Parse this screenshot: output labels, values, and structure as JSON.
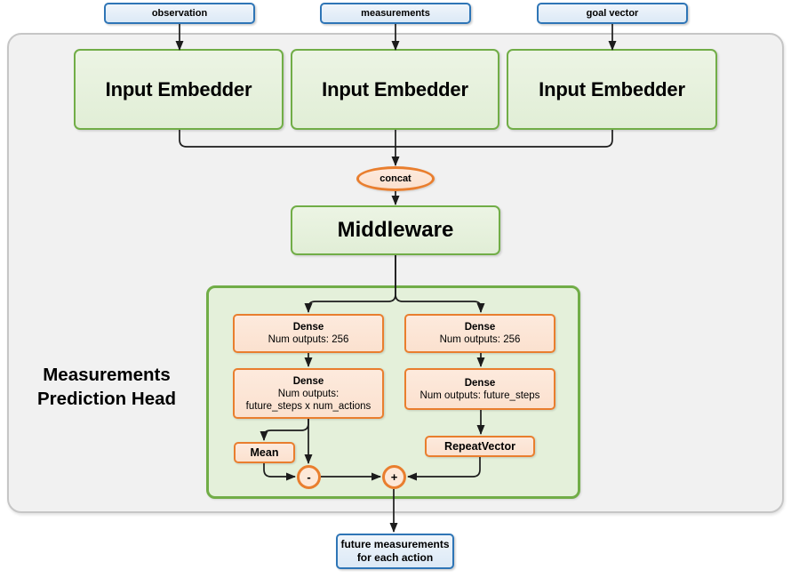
{
  "nodes": {
    "inputs": [
      {
        "label": "observation"
      },
      {
        "label": "measurements"
      },
      {
        "label": "goal vector"
      }
    ],
    "embedders": [
      {
        "label": "Input Embedder"
      },
      {
        "label": "Input Embedder"
      },
      {
        "label": "Input Embedder"
      }
    ],
    "concat": {
      "label": "concat"
    },
    "middleware": {
      "label": "Middleware"
    },
    "head": {
      "line1": "Measurements",
      "line2": "Prediction Head"
    },
    "dense_left_top": {
      "title": "Dense",
      "line1": "Num outputs: 256"
    },
    "dense_right_top": {
      "title": "Dense",
      "line1": "Num outputs: 256"
    },
    "dense_left_bottom": {
      "title": "Dense",
      "line1": "Num outputs:",
      "line2": "future_steps x num_actions"
    },
    "dense_right_bottom": {
      "title": "Dense",
      "line1": "Num outputs: future_steps"
    },
    "mean": {
      "label": "Mean"
    },
    "repeat_vector": {
      "label": "RepeatVector"
    },
    "minus": {
      "label": "-"
    },
    "plus": {
      "label": "+"
    },
    "output": {
      "line1": "future measurements",
      "line2": "for each action"
    }
  },
  "colors": {
    "blue_border": "#2e75b6",
    "blue_fill": "#dce9f6",
    "green_border": "#71ad47",
    "green_fill": "#e4f0da",
    "orange_border": "#e97e2e",
    "orange_fill": "#fbe1cf",
    "outer_container_fill": "#f1f1f1",
    "outer_container_border": "#c6c6c6",
    "line": "#1c1c1c"
  }
}
